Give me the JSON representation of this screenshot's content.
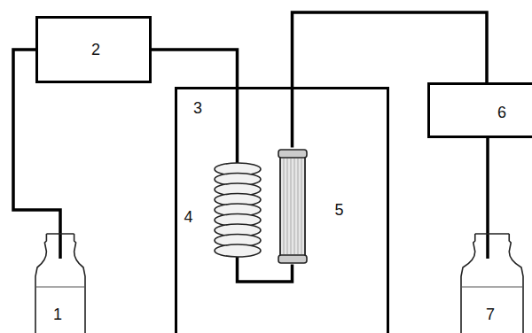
{
  "diagram": {
    "nodes": [
      {
        "text": [
          "1"
        ]
      },
      {
        "text": [
          "2"
        ]
      },
      {
        "text": [
          "3"
        ]
      },
      {
        "text": [
          "4"
        ],
        "in": 2
      },
      {
        "text": [
          "5"
        ],
        "in": 2
      },
      {
        "text": [
          "6"
        ]
      },
      {
        "text": [
          "7"
        ]
      }
    ],
    "edges": [
      {
        "from": 0,
        "to": 1,
        "arrow": "none"
      },
      {
        "from": 1,
        "to": 3,
        "arrow": "none"
      },
      {
        "from": 3,
        "to": 4,
        "arrow": "none"
      },
      {
        "from": 4,
        "to": 5,
        "arrow": "none"
      },
      {
        "from": 5,
        "to": 6,
        "arrow": "none"
      }
    ]
  }
}
